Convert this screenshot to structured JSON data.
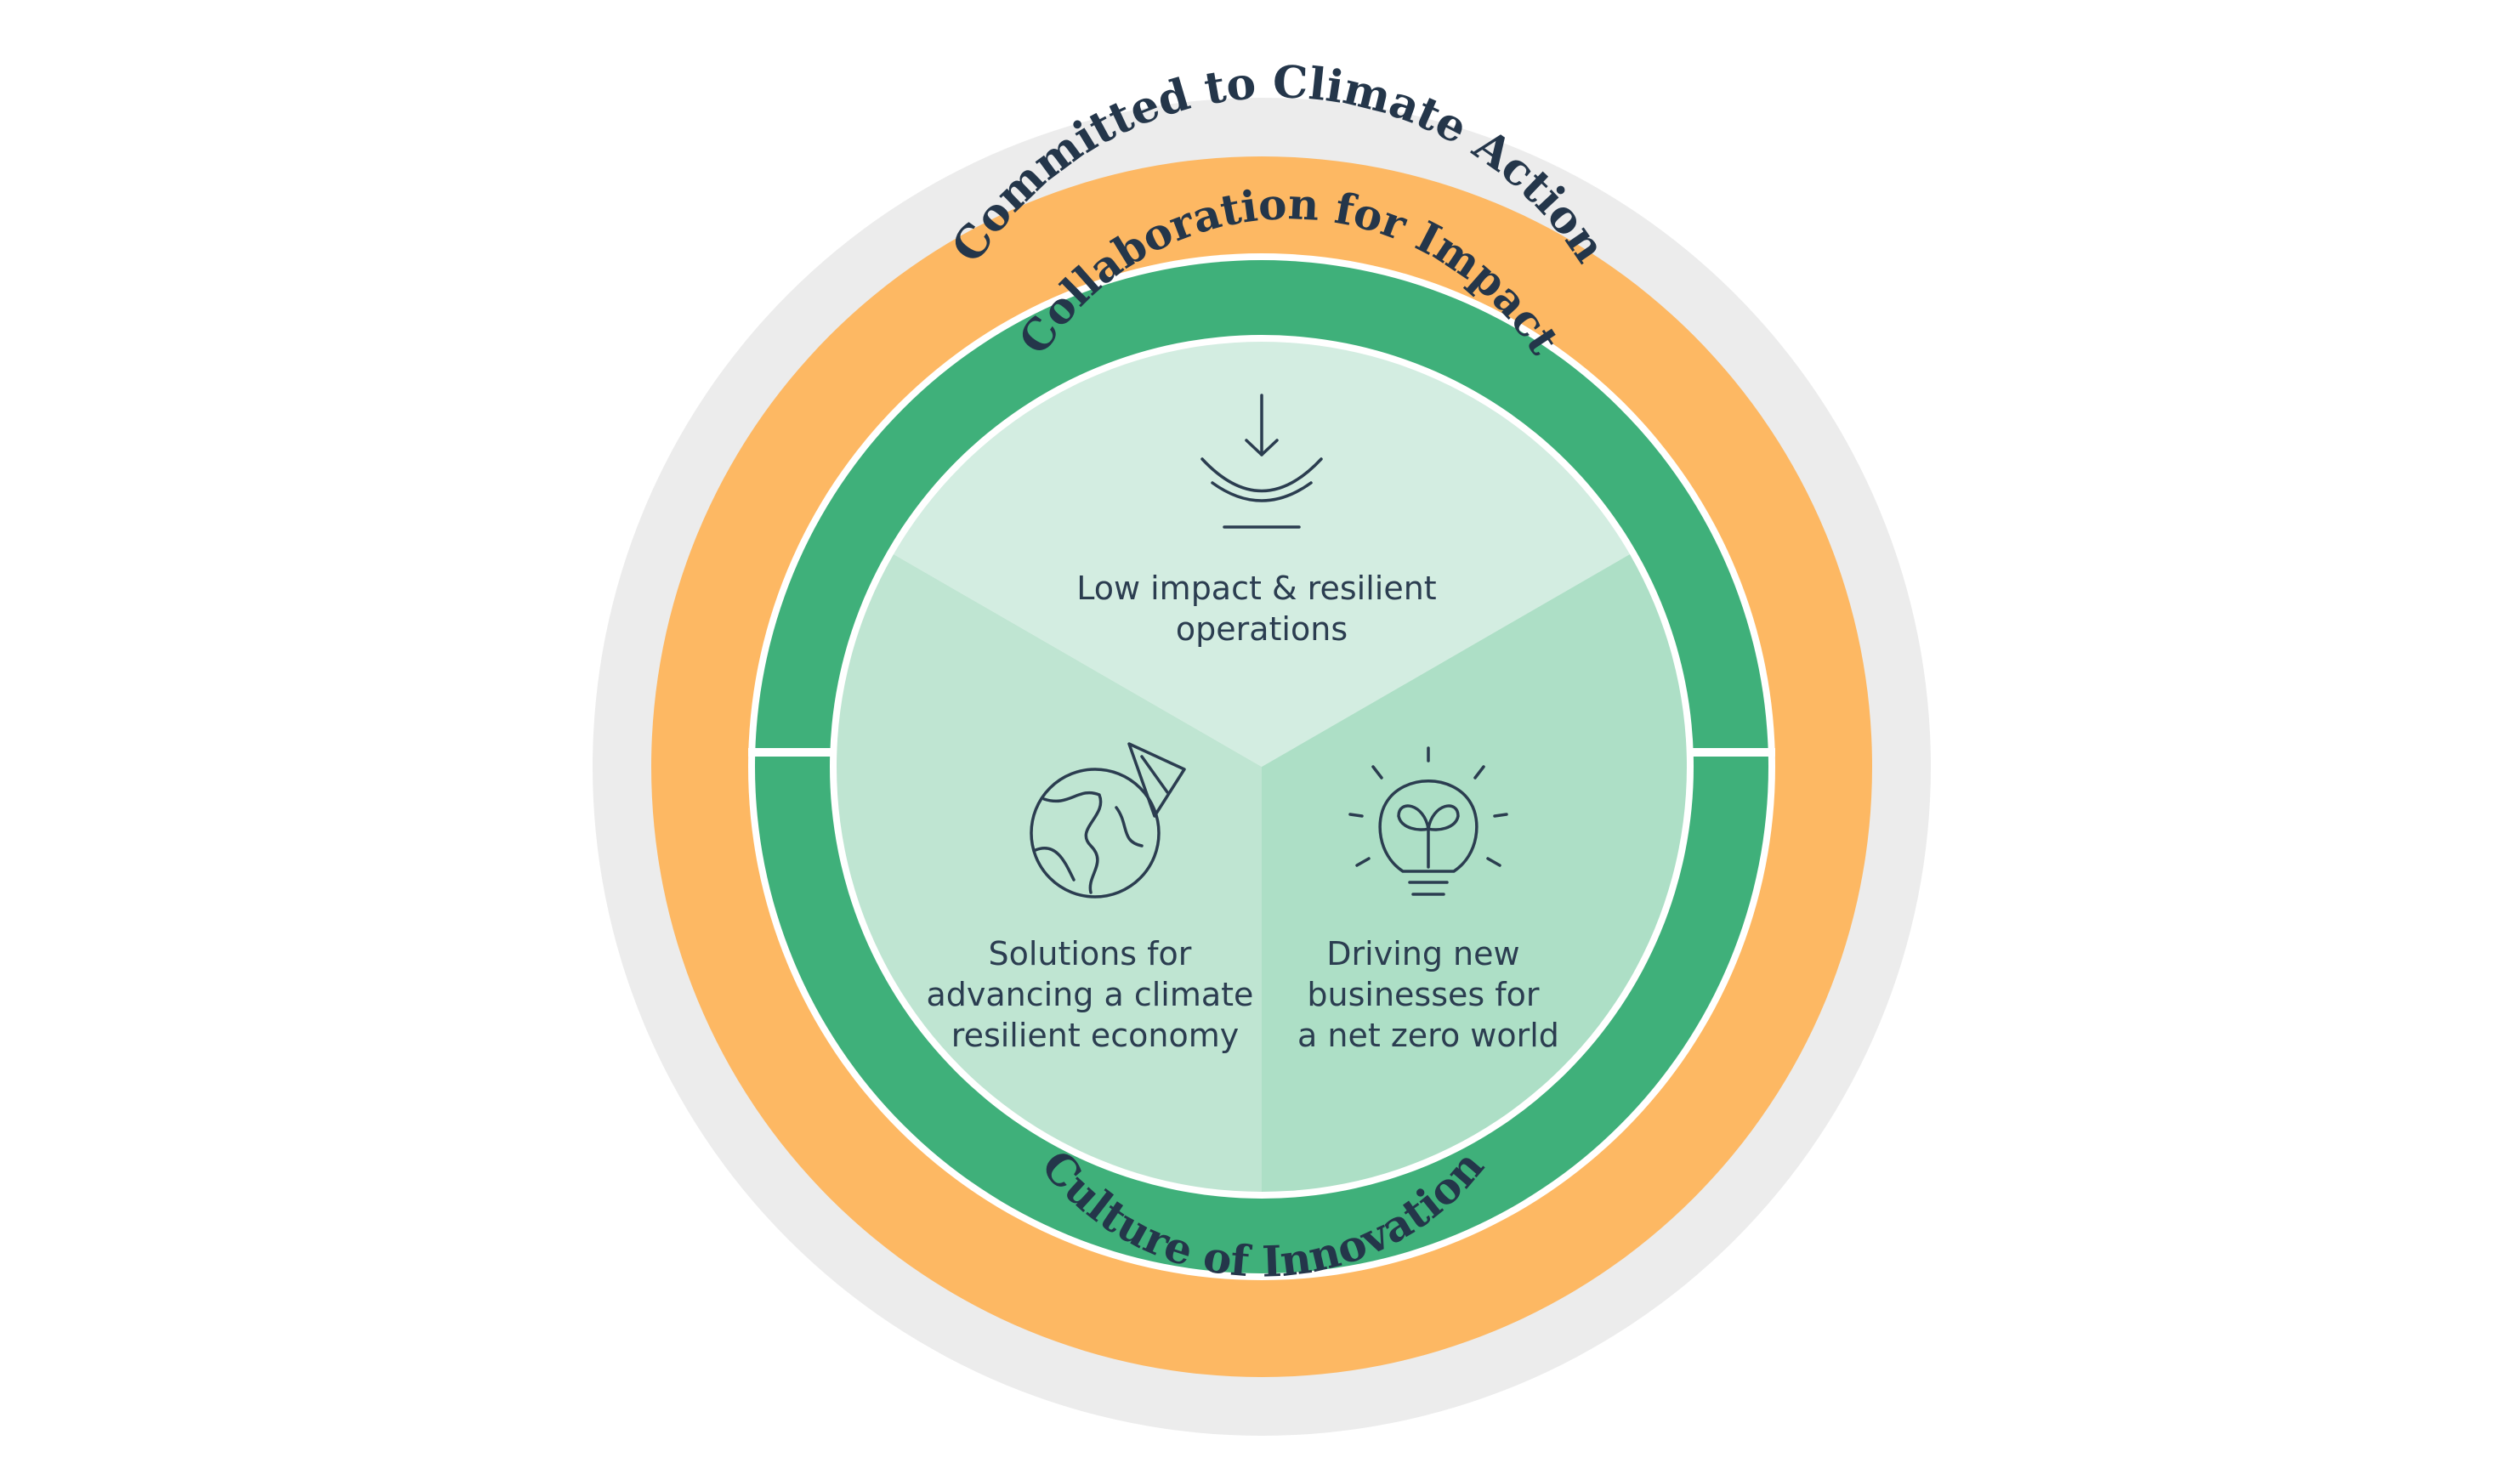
{
  "diagram": {
    "outer_ring": {
      "label": "Committed to Climate Action",
      "color": "#fdb863"
    },
    "middle_ring": {
      "top_label": "Collaboration for Impact",
      "bottom_label": "Culture of Innovation",
      "color": "#3fb07a"
    },
    "halo_color": "#ececec",
    "segments": [
      {
        "lines": [
          "Low impact & resilient",
          "operations"
        ],
        "icon": "anchor-wave-icon",
        "color": "#d3ede1"
      },
      {
        "lines": [
          "Solutions for",
          "advancing a climate",
          "resilient economy"
        ],
        "icon": "globe-icon",
        "color": "#bfe5d2"
      },
      {
        "lines": [
          "Driving new",
          "businesses for",
          "a net zero world"
        ],
        "icon": "lightbulb-sprout-icon",
        "color": "#addfc6"
      }
    ]
  }
}
